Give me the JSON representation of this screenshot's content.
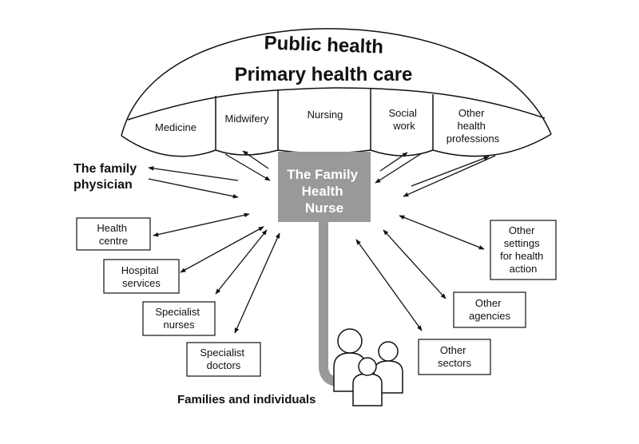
{
  "umbrella": {
    "line1": "Public health",
    "line2": "Primary health care",
    "segments": [
      "Medicine",
      "Midwifery",
      "Nursing",
      "Social work",
      "Other health professions"
    ]
  },
  "handle": {
    "title_lines": [
      "The Family",
      "Health",
      "Nurse"
    ]
  },
  "labels": {
    "family_physician": [
      "The family",
      "physician"
    ],
    "families": "Families and individuals"
  },
  "boxes": {
    "health_centre": [
      "Health",
      "centre"
    ],
    "hospital_services": [
      "Hospital",
      "services"
    ],
    "specialist_nurses": [
      "Specialist",
      "nurses"
    ],
    "specialist_doctors": [
      "Specialist",
      "doctors"
    ],
    "other_settings": [
      "Other",
      "settings",
      "for health",
      "action"
    ],
    "other_agencies": [
      "Other",
      "agencies"
    ],
    "other_sectors": [
      "Other",
      "sectors"
    ]
  },
  "colors": {
    "stroke": "#111111",
    "nurse_fill": "#999999",
    "nurse_text": "#ffffff",
    "people_fill": "#ffffff"
  }
}
